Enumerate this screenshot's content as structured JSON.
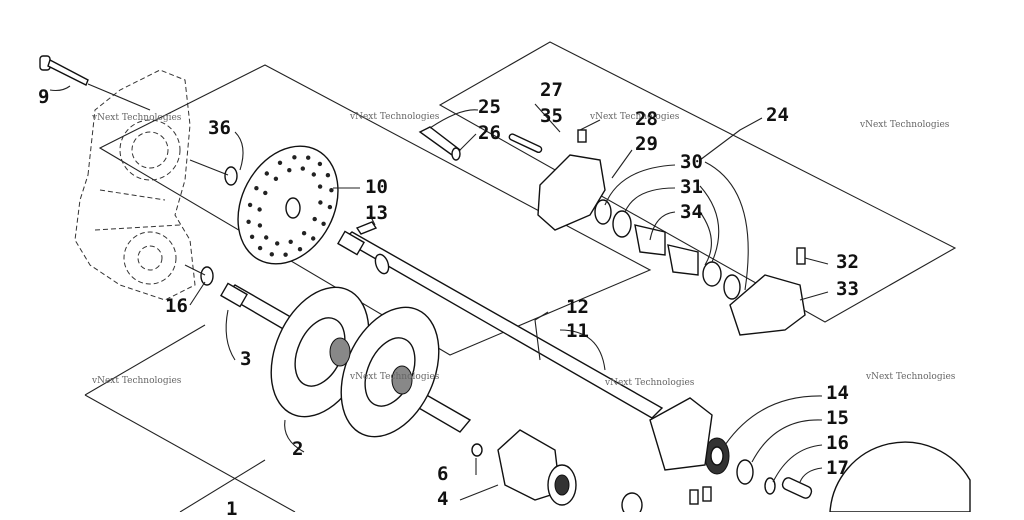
{
  "watermark": "vNext Technologies",
  "callouts": [
    {
      "id": "c9",
      "text": "9"
    },
    {
      "id": "c36",
      "text": "36"
    },
    {
      "id": "c10",
      "text": "10"
    },
    {
      "id": "c13",
      "text": "13"
    },
    {
      "id": "c16a",
      "text": "16"
    },
    {
      "id": "c3",
      "text": "3"
    },
    {
      "id": "c2",
      "text": "2"
    },
    {
      "id": "c6",
      "text": "6"
    },
    {
      "id": "c4",
      "text": "4"
    },
    {
      "id": "c25",
      "text": "25"
    },
    {
      "id": "c26",
      "text": "26"
    },
    {
      "id": "c27",
      "text": "27"
    },
    {
      "id": "c35",
      "text": "35"
    },
    {
      "id": "c28",
      "text": "28"
    },
    {
      "id": "c29",
      "text": "29"
    },
    {
      "id": "c24",
      "text": "24"
    },
    {
      "id": "c30",
      "text": "30"
    },
    {
      "id": "c31",
      "text": "31"
    },
    {
      "id": "c34",
      "text": "34"
    },
    {
      "id": "c32",
      "text": "32"
    },
    {
      "id": "c33",
      "text": "33"
    },
    {
      "id": "c12",
      "text": "12"
    },
    {
      "id": "c11",
      "text": "11"
    },
    {
      "id": "c14",
      "text": "14"
    },
    {
      "id": "c15",
      "text": "15"
    },
    {
      "id": "c16b",
      "text": "16"
    },
    {
      "id": "c17",
      "text": "17"
    },
    {
      "id": "c1",
      "text": "1"
    }
  ]
}
